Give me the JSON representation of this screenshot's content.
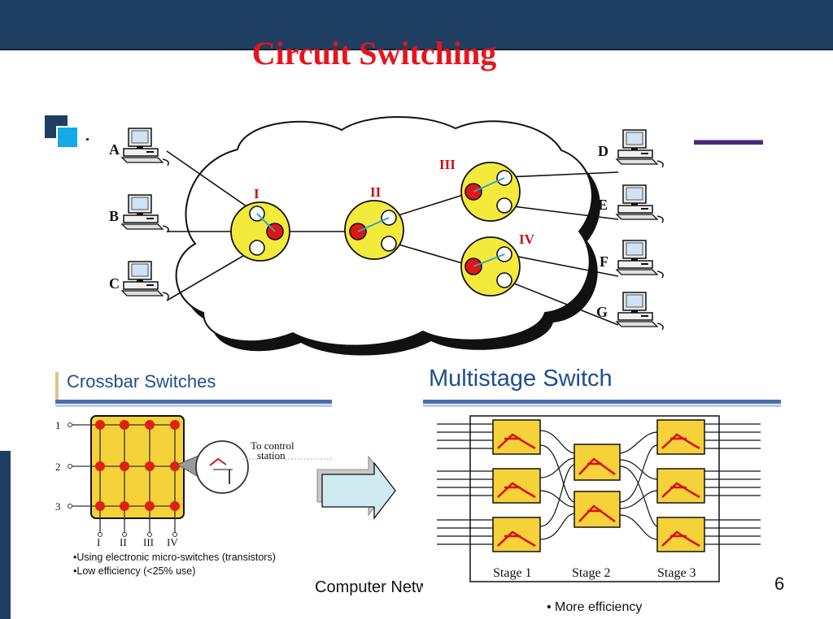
{
  "slide": {
    "title": "Circuit Switching",
    "bullet_text": ".",
    "footer_left": "Computer Networks",
    "footer_right": "6"
  },
  "cloud_diagram": {
    "computers_left": [
      "A",
      "B",
      "C"
    ],
    "computers_right": [
      "D",
      "E",
      "F",
      "G"
    ],
    "switches": [
      "I",
      "II",
      "III",
      "IV"
    ]
  },
  "crossbar": {
    "heading": "Crossbar Switches",
    "inputs": [
      "1",
      "2",
      "3"
    ],
    "outputs": [
      "I",
      "II",
      "III",
      "IV"
    ],
    "control_label": "To control station",
    "notes": [
      "•Using electronic micro-switches (transistors)",
      "•Low efficiency (<25% use)"
    ]
  },
  "multistage": {
    "heading": "Multistage Switch",
    "stages": [
      "Stage 1",
      "Stage 2",
      "Stage 3"
    ],
    "note": "• More efficiency"
  },
  "colors": {
    "title_red": "#e8141c",
    "header_navy": "#1f3f62",
    "switch_yellow": "#f4ea3c",
    "crossbar_yellow": "#f6d23a",
    "heading_blue": "#1f4e8c"
  }
}
